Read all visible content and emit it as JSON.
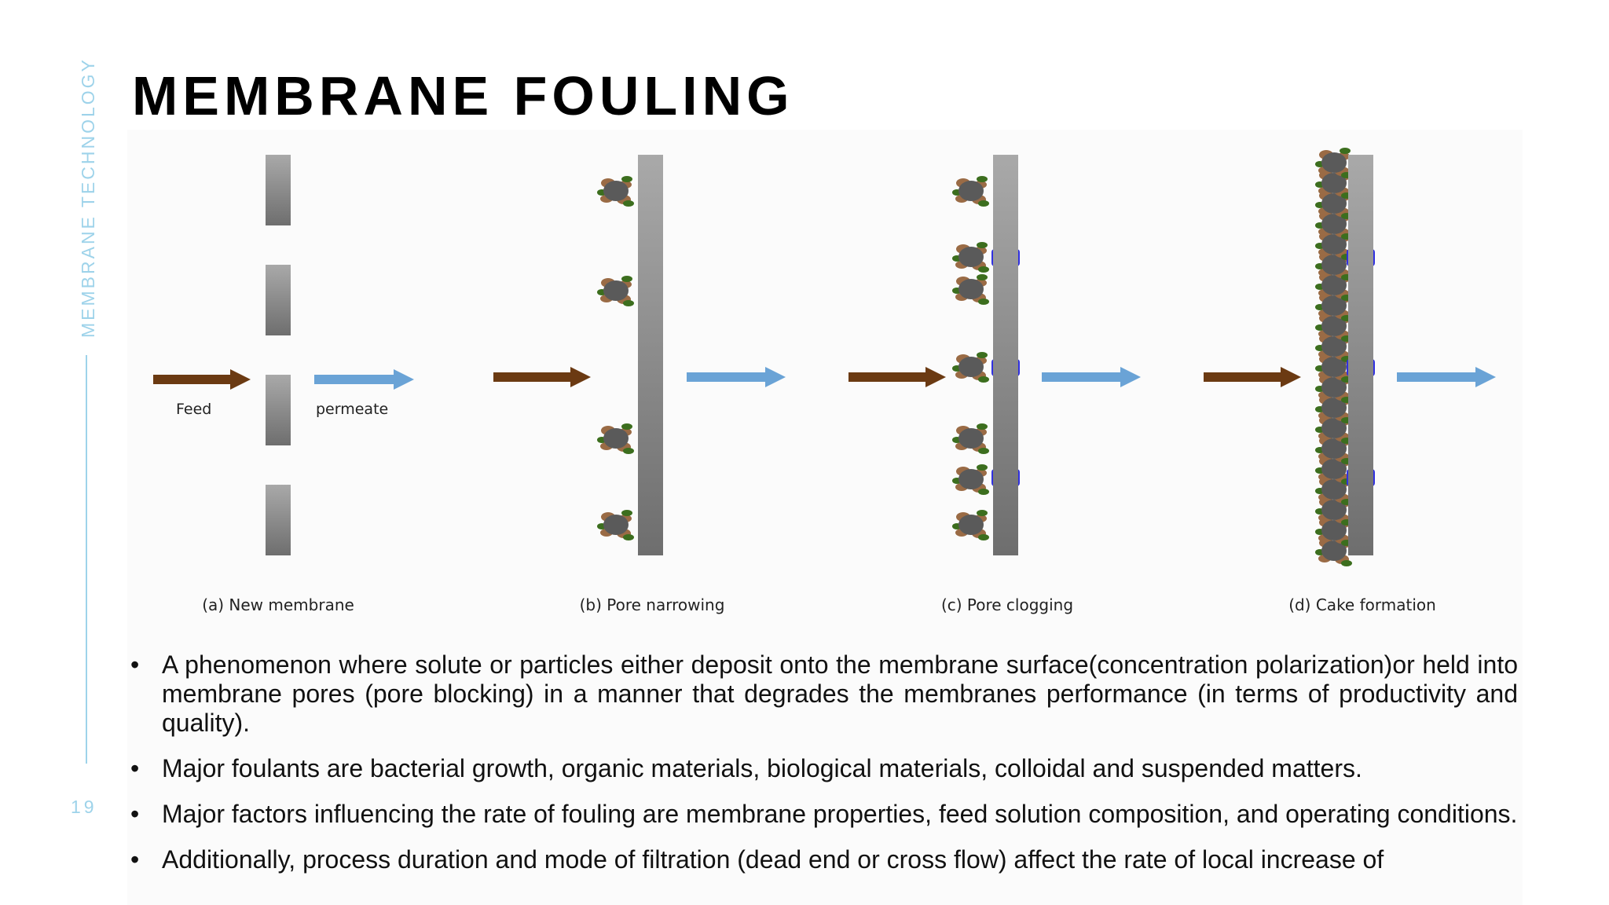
{
  "sidebar": {
    "course_title": "MEMBRANE TECHNOLOGY",
    "page_number": "19"
  },
  "slide": {
    "title": "MEMBRANE FOULING"
  },
  "figure": {
    "feed_label": "Feed",
    "permeate_label": "permeate",
    "panels": [
      {
        "caption": "(a) New membrane"
      },
      {
        "caption": "(b) Pore narrowing"
      },
      {
        "caption": "(c) Pore clogging"
      },
      {
        "caption": "(d) Cake formation"
      }
    ],
    "colors": {
      "feed_arrow": "#6b3a12",
      "permeate_arrow": "#6aa3d6",
      "membrane": "#8c8c8c",
      "foulant_blue": "#3030e0",
      "particle": "#5a5a5a",
      "shell": "#9a6b45",
      "bacteria": "#3c6e1e"
    }
  },
  "bullets": [
    "A phenomenon where solute or particles either deposit onto the membrane surface(concentration polarization)or held into membrane pores (pore blocking) in a manner that degrades the membranes performance (in terms of productivity and quality).",
    "Major foulants are bacterial growth, organic materials, biological materials, colloidal and suspended matters.",
    "Major factors influencing the rate of fouling are membrane properties, feed solution composition, and operating conditions.",
    "Additionally, process duration and mode of filtration (dead end or cross flow) affect the rate of local increase of"
  ]
}
